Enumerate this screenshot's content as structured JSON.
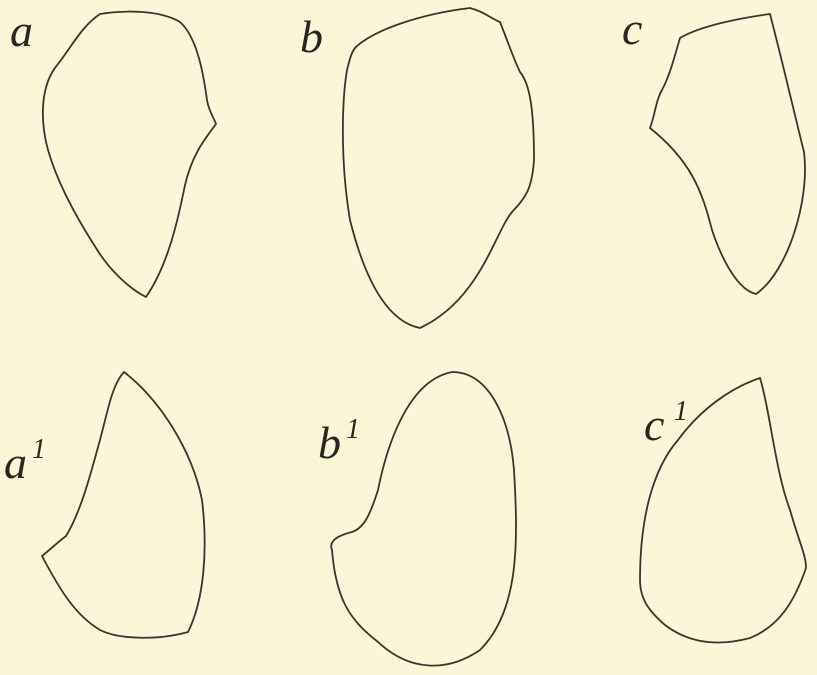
{
  "figures": [
    {
      "letter": "a",
      "superscript": ""
    },
    {
      "letter": "b",
      "superscript": ""
    },
    {
      "letter": "c",
      "superscript": ""
    },
    {
      "letter": "a",
      "superscript": "1"
    },
    {
      "letter": "b",
      "superscript": "1"
    },
    {
      "letter": "c",
      "superscript": "1"
    }
  ],
  "colors": {
    "background": "#fbf6d8",
    "ink": "#3a3530"
  }
}
